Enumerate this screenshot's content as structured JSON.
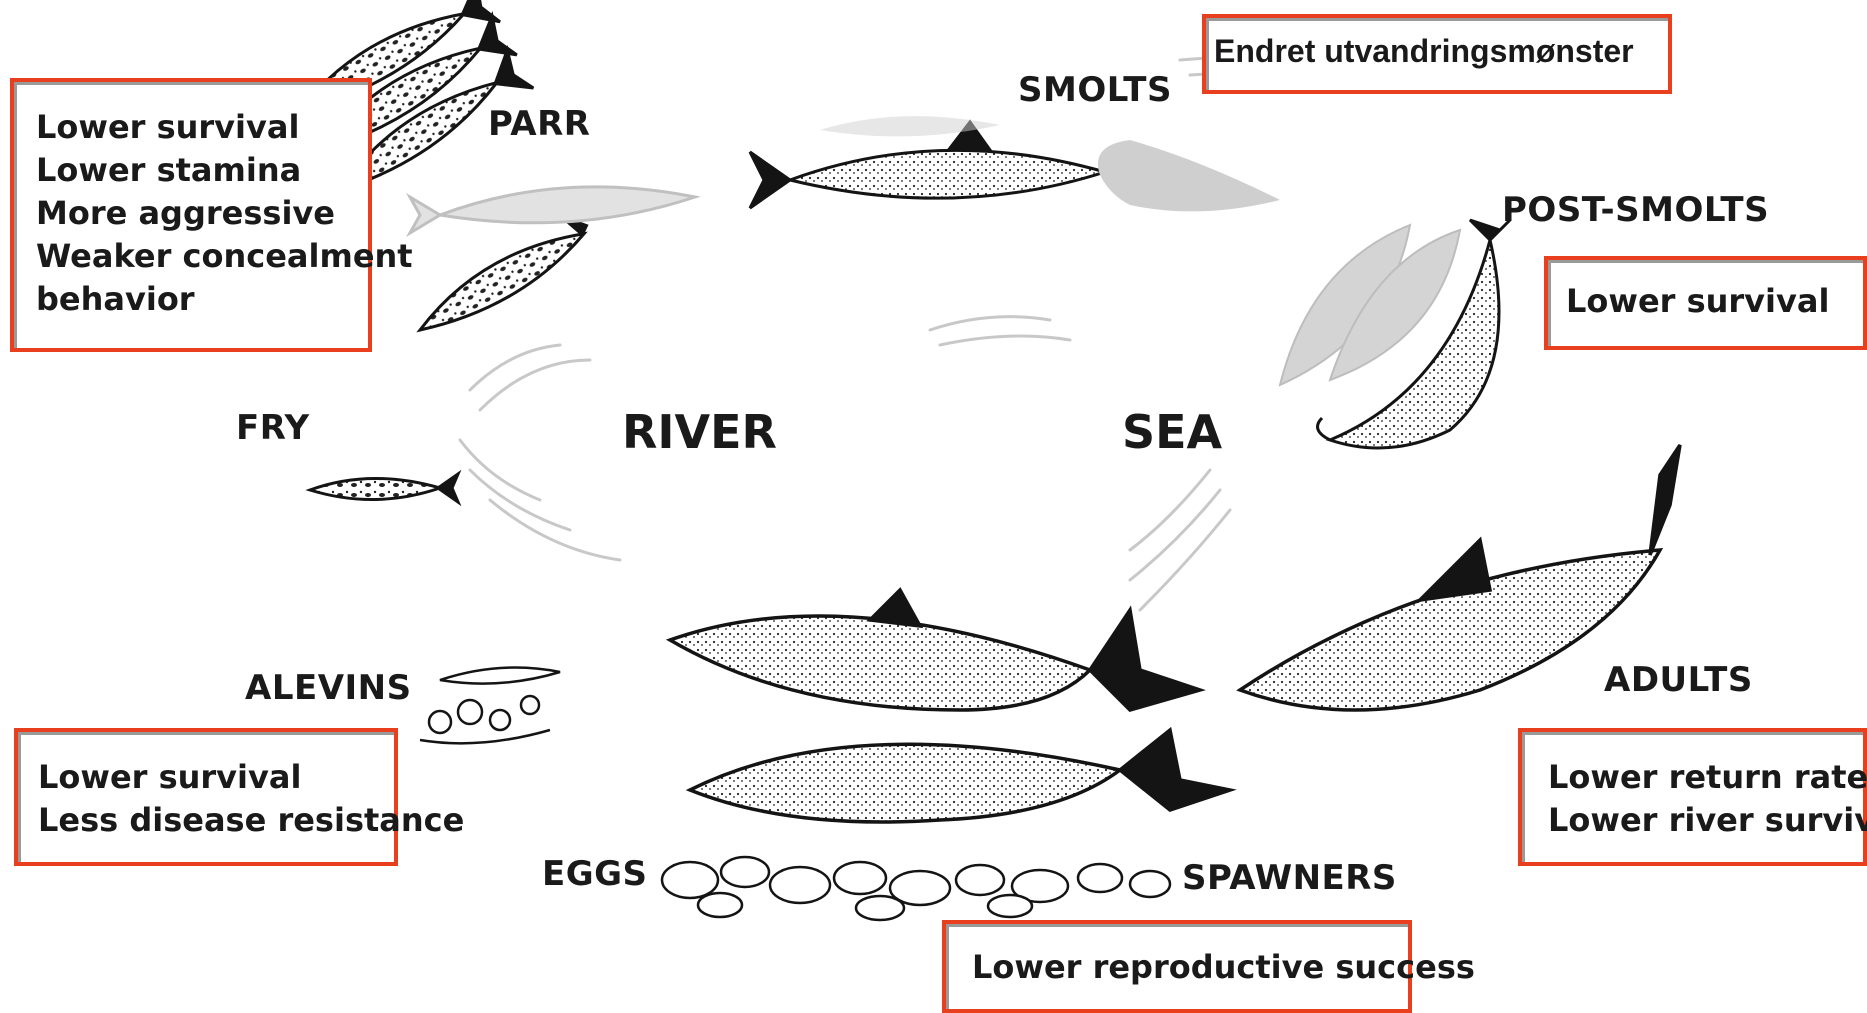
{
  "stages": {
    "parr": "PARR",
    "smolts": "SMOLTS",
    "post_smolts": "POST-SMOLTS",
    "fry": "FRY",
    "alevins": "ALEVINS",
    "eggs": "EGGS",
    "spawners": "SPAWNERS",
    "adults": "ADULTS"
  },
  "environments": {
    "river": "RIVER",
    "sea": "SEA"
  },
  "effects": {
    "migration": [
      "Endret utvandringsmønster"
    ],
    "parr": [
      "Lower survival",
      "Lower stamina",
      "More aggressive",
      "Weaker concealment",
      "behavior"
    ],
    "post_smolts": [
      "Lower survival"
    ],
    "alevins": [
      "Lower survival",
      "Less disease resistance"
    ],
    "adults": [
      "Lower return rate",
      "Lower river survival"
    ],
    "spawners": [
      "Lower reproductive success"
    ]
  },
  "colors": {
    "box_border": "#e8401f",
    "text": "#1a1a1a",
    "fish_dark": "#141414",
    "fish_faded": "#bdbdbd"
  }
}
